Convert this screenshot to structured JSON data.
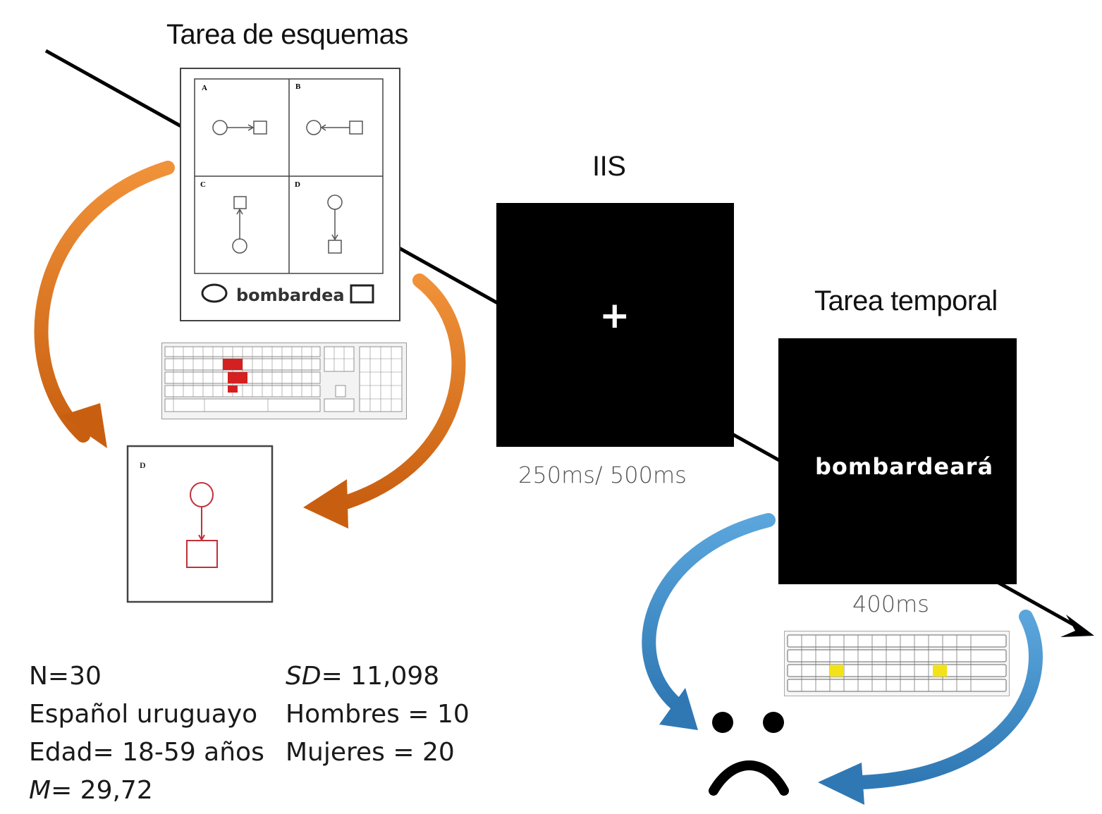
{
  "schema_task": {
    "title": "Tarea de esquemas",
    "panel_letters": [
      "A",
      "B",
      "C",
      "D"
    ],
    "verb": "bombardea",
    "response_letter": "D"
  },
  "isi": {
    "title": "IIS",
    "fixation": "+",
    "duration": "250ms/ 500ms"
  },
  "temporal_task": {
    "title": "Tarea temporal",
    "word": "bombardeará",
    "duration": "400ms"
  },
  "sample": {
    "col1": [
      "N=30",
      "Español uruguayo",
      "Edad= 18-59 años"
    ],
    "mean_label": "M",
    "mean_value": "= 29,72",
    "sd_label": "SD",
    "sd_value": "= 11,098",
    "col2": [
      "Hombres = 10",
      "Mujeres = 20"
    ]
  },
  "colors": {
    "orange_arrow": "#d9731c",
    "blue_arrow": "#3f8fc9",
    "response_red": "#c0303a",
    "key_red": "#d42020",
    "key_yellow": "#f2e21a"
  }
}
